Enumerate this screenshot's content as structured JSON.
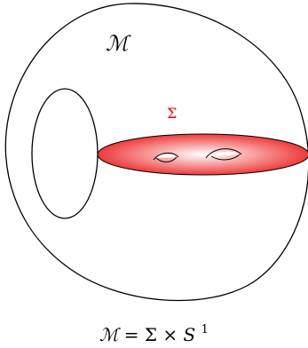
{
  "diagram": {
    "manifold_label": "ℳ",
    "surface_label": "Σ",
    "caption": {
      "lhs": "ℳ",
      "equals": " = ",
      "sigma": "Σ",
      "times": " × ",
      "circle": "S",
      "circle_exponent": "1"
    }
  },
  "colors": {
    "outline": "#000000",
    "surface_label": "#ee0000",
    "surface_fill_center": "#ffffff",
    "surface_fill_edge": "#ee3a3a"
  }
}
